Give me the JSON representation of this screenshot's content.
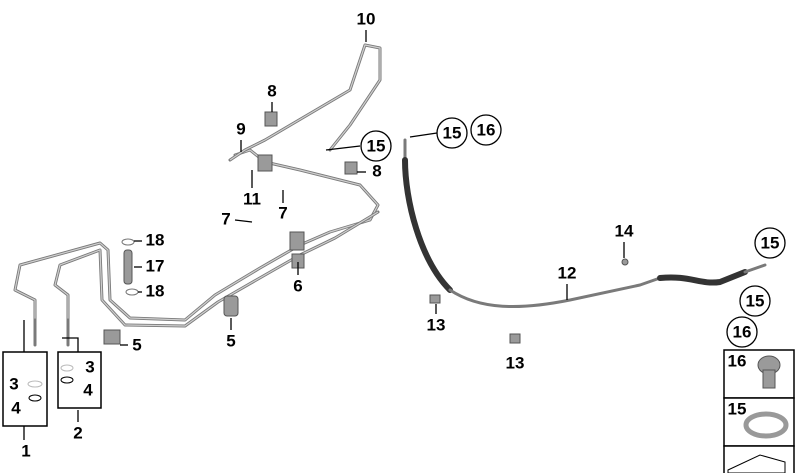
{
  "diagram": {
    "type": "parts-diagram",
    "labels": {
      "p10": "10",
      "p8a": "8",
      "p9": "9",
      "p15a": "15",
      "p15b": "15",
      "p16a": "16",
      "p8b": "8",
      "p11": "11",
      "p7a": "7",
      "p7b": "7",
      "p18a": "18",
      "p17": "17",
      "p18b": "18",
      "p14": "14",
      "p15c": "15",
      "p12": "12",
      "p6": "6",
      "p13a": "13",
      "p15d": "15",
      "p5a": "5",
      "p5b": "5",
      "p16b": "16",
      "p13b": "13",
      "p3a": "3",
      "p4a": "4",
      "p3b": "3",
      "p4b": "4",
      "p1": "1",
      "p2": "2",
      "legend16": "16",
      "legend15": "15"
    }
  }
}
